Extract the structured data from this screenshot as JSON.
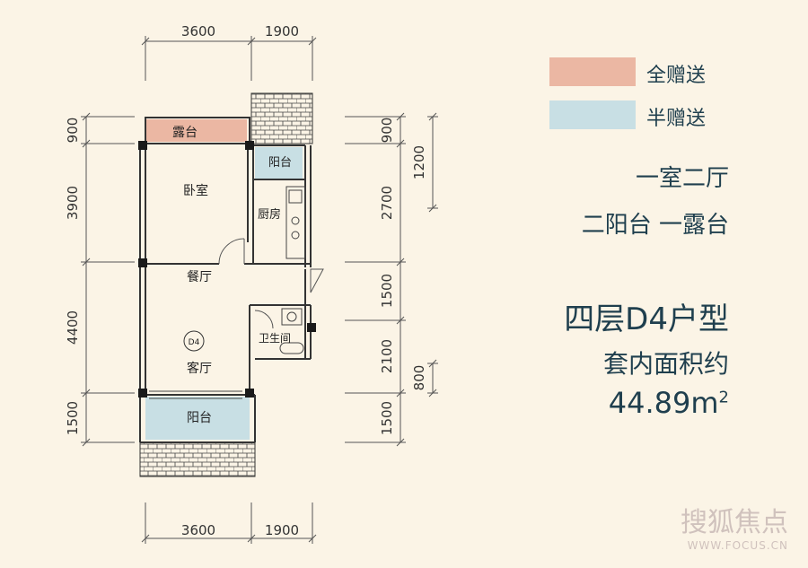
{
  "legend": {
    "full_gift": {
      "label": "全赠送",
      "color": "#ebb7a3"
    },
    "half_gift": {
      "label": "半赠送",
      "color": "#c8dfe4"
    }
  },
  "info": {
    "layout": "一室二厅",
    "balconies": "二阳台 一露台",
    "unit_name": "四层D4户型",
    "area_label": "套内面积约",
    "area_value": "44.89m",
    "area_unit_sup": "2"
  },
  "rooms": {
    "terrace": "露台",
    "balcony_small": "阳台",
    "bedroom": "卧室",
    "kitchen": "厨房",
    "dining": "餐厅",
    "bathroom": "卫生间",
    "living": "客厅",
    "unit_tag": "D4",
    "balcony_bottom": "阳台"
  },
  "dimensions": {
    "top": [
      "3600",
      "1900"
    ],
    "bottom": [
      "3600",
      "1900"
    ],
    "left": [
      "900",
      "3900",
      "4400",
      "1500"
    ],
    "right_outer": [
      "900",
      "2700",
      "1500",
      "2100",
      "1500"
    ],
    "right_inner": [
      "1200",
      "800"
    ]
  },
  "watermark": {
    "brand": "搜狐焦点",
    "url": "WWW.FOCUS.CN"
  },
  "colors": {
    "wall": "#222222",
    "plan_line": "#555555",
    "text": "#1f3f4e",
    "background": "#fbf4e6"
  }
}
